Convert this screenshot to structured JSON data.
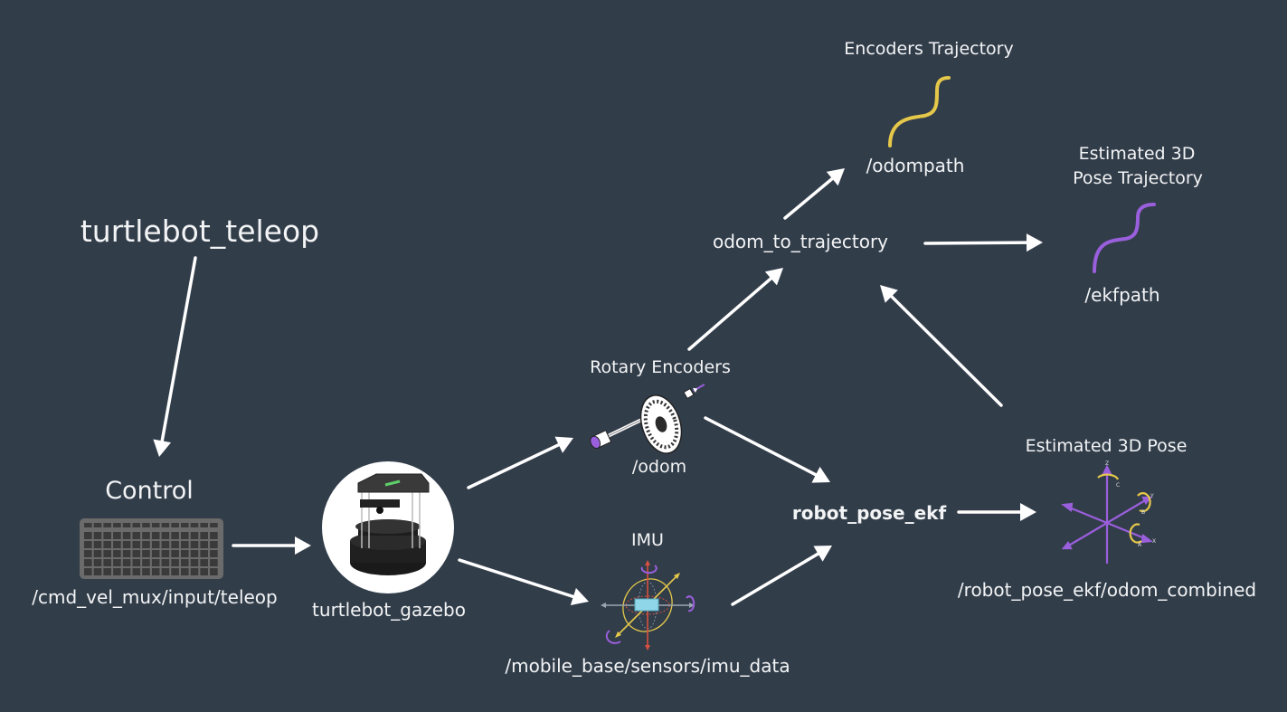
{
  "diagram": {
    "background_color": "#323d4a",
    "nodes": {
      "teleop": {
        "label": "turtlebot_teleop"
      },
      "control": {
        "title": "Control",
        "topic": "/cmd_vel_mux/input/teleop",
        "icon": "keyboard-icon"
      },
      "gazebo": {
        "label": "turtlebot_gazebo",
        "icon": "turtlebot-robot-icon"
      },
      "encoders": {
        "title": "Rotary Encoders",
        "topic": "/odom",
        "icon": "rotary-encoder-icon"
      },
      "imu": {
        "title": "IMU",
        "topic": "/mobile_base/sensors/imu_data",
        "icon": "imu-gyroscope-icon"
      },
      "odom_to_trajectory": {
        "label": "odom_to_trajectory"
      },
      "robot_pose_ekf": {
        "label": "robot_pose_ekf"
      },
      "encoders_trajectory": {
        "title": "Encoders Trajectory",
        "topic": "/odompath",
        "icon": "trajectory-curve-icon",
        "color": "#e5c84a"
      },
      "ekf_trajectory": {
        "title_line1": "Estimated 3D",
        "title_line2": "Pose Trajectory",
        "topic": "/ekfpath",
        "icon": "trajectory-curve-icon",
        "color": "#9a5fdc"
      },
      "pose": {
        "title": "Estimated 3D Pose",
        "topic": "/robot_pose_ekf/odom_combined",
        "icon": "3d-axes-icon",
        "axis_color": "#9a5fdc",
        "rotation_color": "#e5c84a",
        "axis_labels": [
          "Z",
          "C",
          "Y",
          "B",
          "X",
          "A"
        ]
      }
    },
    "edges": [
      {
        "from": "turtlebot_teleop",
        "to": "Control"
      },
      {
        "from": "Control",
        "to": "turtlebot_gazebo"
      },
      {
        "from": "turtlebot_gazebo",
        "to": "Rotary Encoders"
      },
      {
        "from": "turtlebot_gazebo",
        "to": "IMU"
      },
      {
        "from": "Rotary Encoders",
        "to": "odom_to_trajectory"
      },
      {
        "from": "Rotary Encoders",
        "to": "robot_pose_ekf"
      },
      {
        "from": "IMU",
        "to": "robot_pose_ekf"
      },
      {
        "from": "odom_to_trajectory",
        "to": "Encoders Trajectory"
      },
      {
        "from": "odom_to_trajectory",
        "to": "Estimated 3D Pose Trajectory"
      },
      {
        "from": "robot_pose_ekf",
        "to": "Estimated 3D Pose"
      },
      {
        "from": "Estimated 3D Pose",
        "to": "odom_to_trajectory"
      }
    ]
  }
}
